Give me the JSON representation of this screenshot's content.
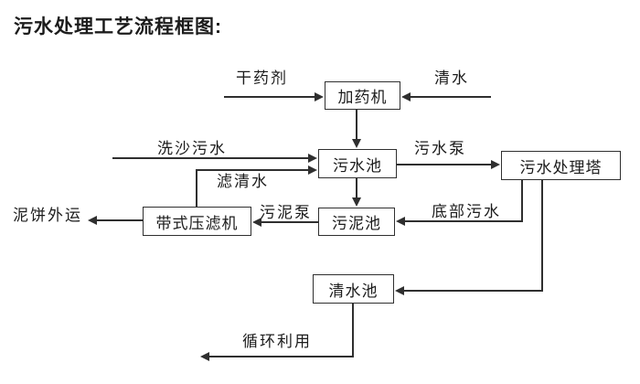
{
  "title": "污水处理工艺流程框图:",
  "nodes": {
    "dosing_machine": "加药机",
    "sewage_pool": "污水池",
    "treatment_tower": "污水处理塔",
    "sludge_pool": "污泥池",
    "belt_filter_press": "带式压滤机",
    "clean_water_pool": "清水池"
  },
  "flow_labels": {
    "dry_agent": "干药剂",
    "clean_water": "清水",
    "sand_wash_sewage": "洗沙污水",
    "sewage_pump": "污水泵",
    "filtered_water": "滤清水",
    "mud_cake_transport": "泥饼外运",
    "sludge_pump": "污泥泵",
    "bottom_sewage": "底部污水",
    "recycling": "循环利用"
  },
  "edges": [
    {
      "from": "干药剂",
      "to": "加药机",
      "label": ""
    },
    {
      "from": "清水",
      "to": "加药机",
      "label": ""
    },
    {
      "from": "加药机",
      "to": "污水池",
      "label": ""
    },
    {
      "from": "洗沙污水",
      "to": "污水池",
      "label": ""
    },
    {
      "from": "带式压滤机",
      "to": "污水池",
      "label": "滤清水"
    },
    {
      "from": "污水池",
      "to": "污水处理塔",
      "label": "污水泵"
    },
    {
      "from": "污水池",
      "to": "污泥池",
      "label": ""
    },
    {
      "from": "污水处理塔",
      "to": "污泥池",
      "label": "底部污水"
    },
    {
      "from": "污水处理塔",
      "to": "清水池",
      "label": ""
    },
    {
      "from": "污泥池",
      "to": "带式压滤机",
      "label": "污泥泵"
    },
    {
      "from": "带式压滤机",
      "to": "泥饼外运",
      "label": ""
    },
    {
      "from": "清水池",
      "to": "循环利用",
      "label": ""
    }
  ],
  "colors": {
    "line": "#2f2f2f",
    "text": "#1c1c1c",
    "background": "#ffffff"
  }
}
